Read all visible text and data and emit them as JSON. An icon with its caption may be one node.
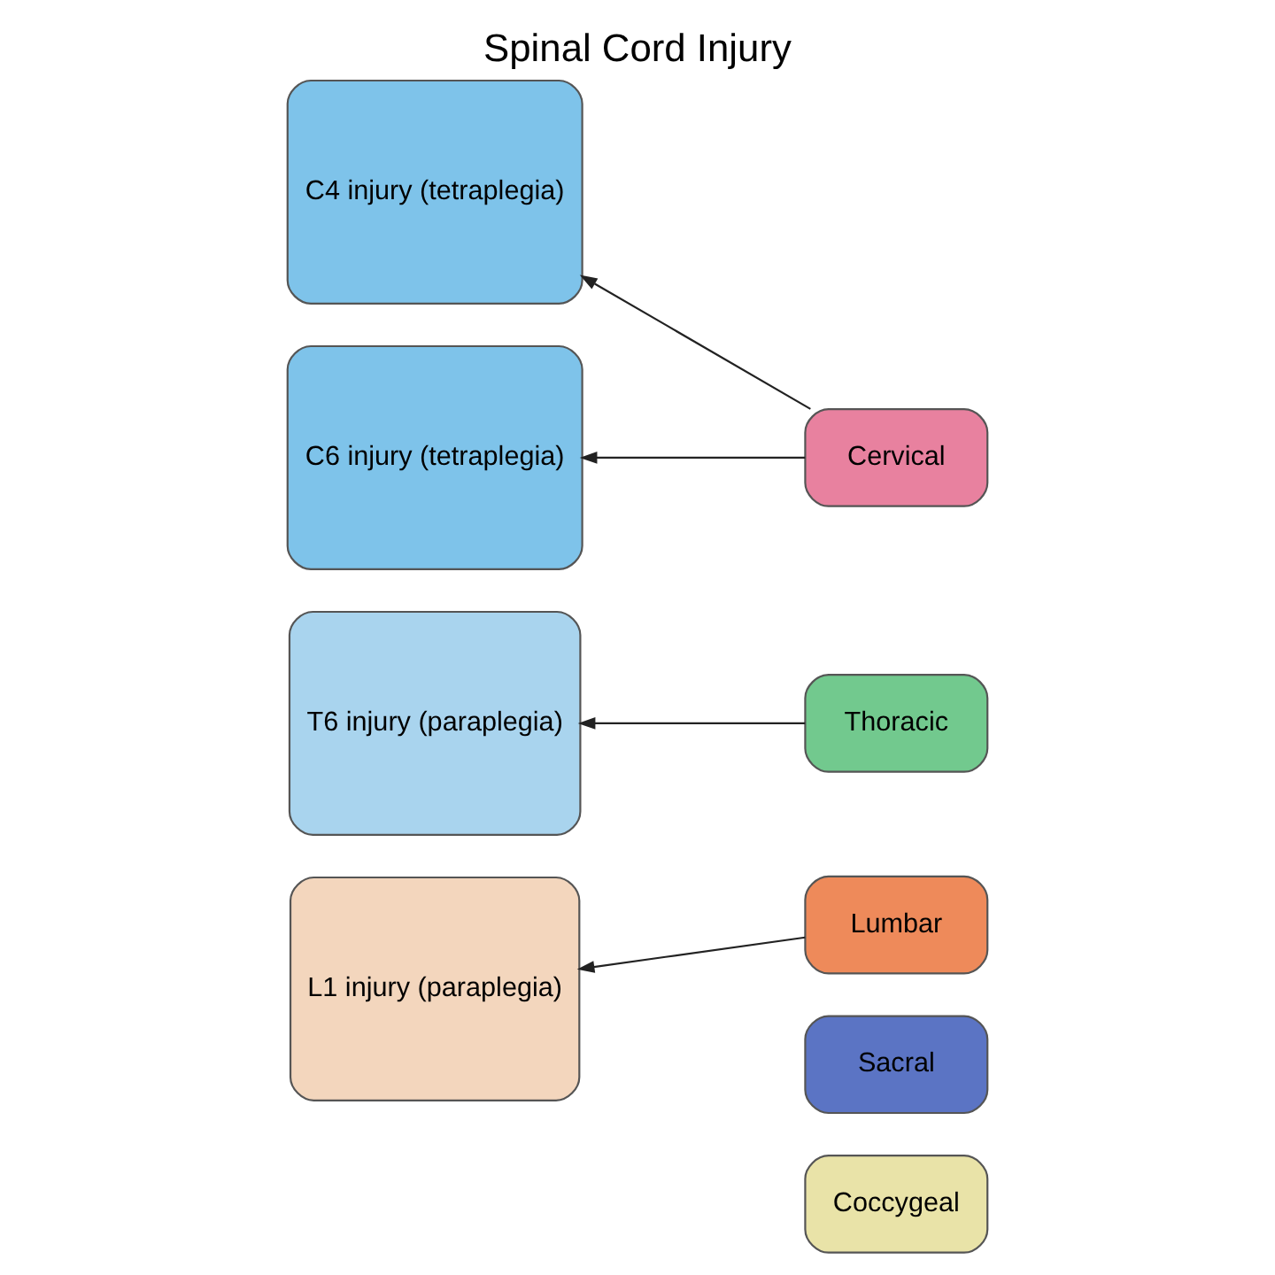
{
  "diagram": {
    "title": "Spinal Cord Injury",
    "nodes": [
      {
        "text": [
          "Cervical"
        ]
      },
      {
        "text": [
          "Thoracic"
        ]
      },
      {
        "text": [
          "Lumbar"
        ]
      },
      {
        "text": [
          "Sacral"
        ]
      },
      {
        "text": [
          "Coccygeal"
        ]
      },
      {
        "text": [
          "C4 injury (tetraplegia)"
        ]
      },
      {
        "text": [
          "C6 injury (tetraplegia)"
        ]
      },
      {
        "text": [
          "T6 injury (paraplegia)"
        ]
      },
      {
        "text": [
          "L1 injury (paraplegia)"
        ]
      }
    ],
    "edges": [
      {
        "from": 0,
        "to": 5,
        "arrow": "to"
      },
      {
        "from": 0,
        "to": 6,
        "arrow": "to"
      },
      {
        "from": 1,
        "to": 7,
        "arrow": "to"
      },
      {
        "from": 2,
        "to": 8,
        "arrow": "to"
      }
    ]
  }
}
